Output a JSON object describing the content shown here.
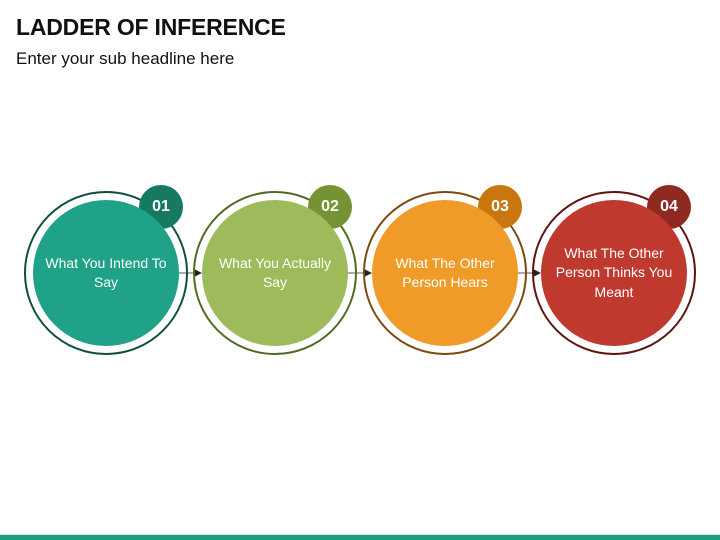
{
  "header": {
    "title": "LADDER OF INFERENCE",
    "subtitle": "Enter your sub headline here"
  },
  "stages": [
    {
      "number": "01",
      "label": "What You Intend To Say",
      "fill": "#1fa287",
      "ring": "#0f4f3f",
      "badge": "#167a63"
    },
    {
      "number": "02",
      "label": "What You Actually Say",
      "fill": "#9dbb5a",
      "ring": "#4f6a25",
      "badge": "#759334"
    },
    {
      "number": "03",
      "label": "What The Other Person Hears",
      "fill": "#f09a27",
      "ring": "#7c4a10",
      "badge": "#c9760f"
    },
    {
      "number": "04",
      "label": "What The Other Person Thinks You Meant",
      "fill": "#c0392f",
      "ring": "#5e1410",
      "badge": "#8f2a22"
    }
  ],
  "colors": {
    "accent_bar": "#1e9e82",
    "connector": "#555555"
  }
}
